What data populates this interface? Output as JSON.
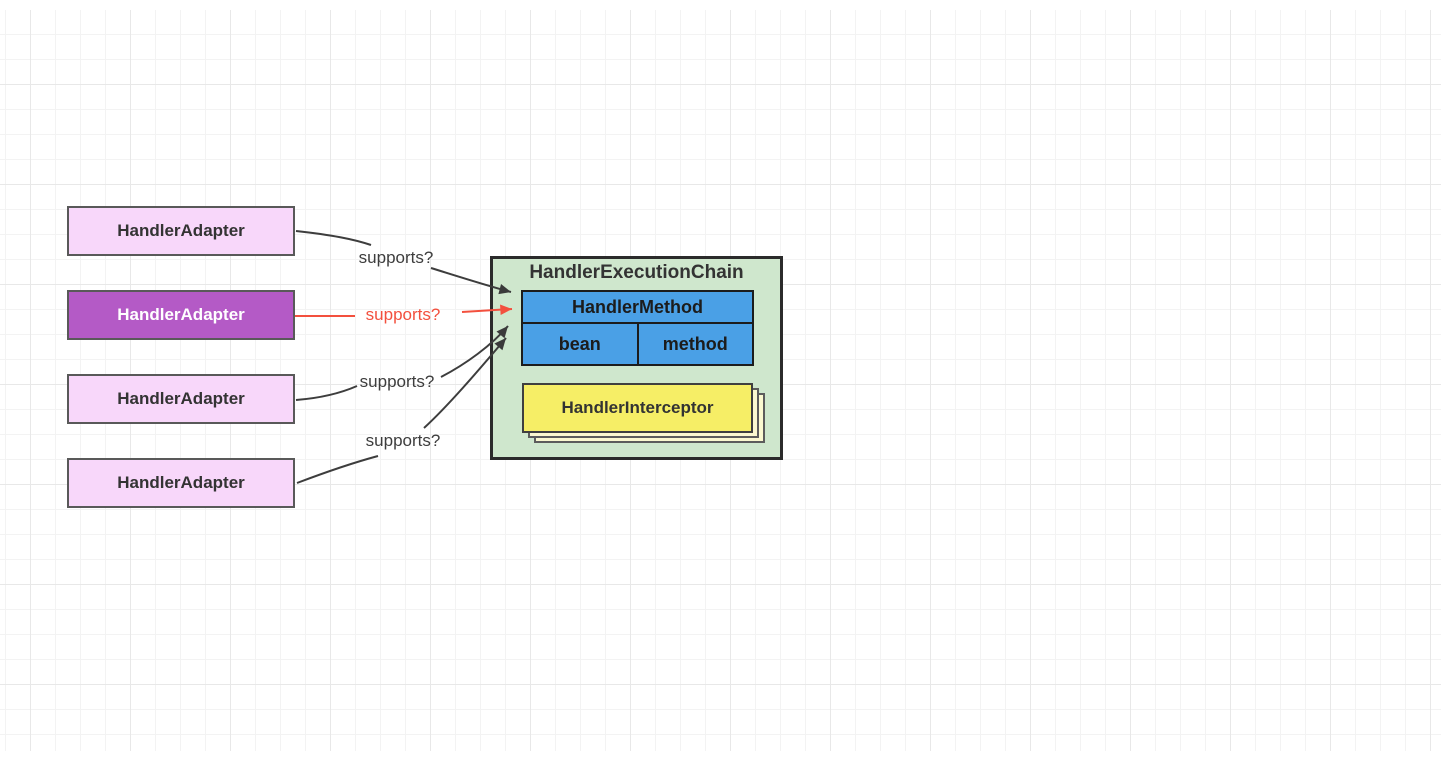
{
  "canvas": {
    "background_color": "#ffffff",
    "grid_minor_color": "#f3f3f3",
    "grid_major_color": "#e8e8e8"
  },
  "nodes": {
    "adapters": [
      {
        "label": "HandlerAdapter",
        "fill": "#f8d7fa",
        "text_color": "#333333"
      },
      {
        "label": "HandlerAdapter",
        "fill": "#b45ac6",
        "text_color": "#ffffff"
      },
      {
        "label": "HandlerAdapter",
        "fill": "#f8d7fa",
        "text_color": "#333333"
      },
      {
        "label": "HandlerAdapter",
        "fill": "#f8d7fa",
        "text_color": "#333333"
      }
    ],
    "chain": {
      "title": "HandlerExecutionChain",
      "fill": "#cfe7cd",
      "handler_method": {
        "title": "HandlerMethod",
        "fill": "#4aa0e6",
        "cells": [
          "bean",
          "method"
        ]
      },
      "interceptor": {
        "label": "HandlerInterceptor",
        "fill": "#f6ee66",
        "stacked_layers": 3
      }
    }
  },
  "edges": [
    {
      "label": "supports?",
      "color": "#3d3d3d",
      "from": "adapter-1",
      "to": "handler-method"
    },
    {
      "label": "supports?",
      "color": "#f3503e",
      "from": "adapter-2",
      "to": "handler-method"
    },
    {
      "label": "supports?",
      "color": "#3d3d3d",
      "from": "adapter-3",
      "to": "handler-method"
    },
    {
      "label": "supports?",
      "color": "#3d3d3d",
      "from": "adapter-4",
      "to": "handler-method"
    }
  ]
}
